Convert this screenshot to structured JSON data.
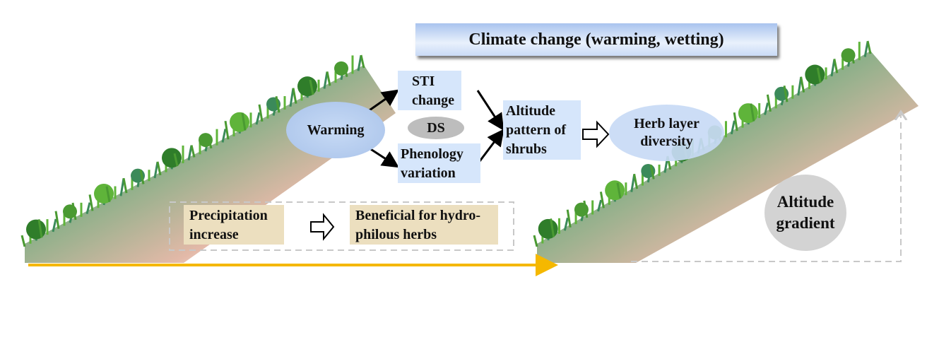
{
  "title": "Climate change (warming, wetting)",
  "nodes": {
    "warming": "Warming",
    "sti_line1": "STI",
    "sti_line2": "change",
    "ds": "DS",
    "phenology_line1": "Phenology",
    "phenology_line2": "variation",
    "altitude_pattern_line1": "Altitude",
    "altitude_pattern_line2": "pattern of",
    "altitude_pattern_line3": "shrubs",
    "herb_line1": "Herb layer",
    "herb_line2": "diversity",
    "precip_line1": "Precipitation",
    "precip_line2": "increase",
    "beneficial_line1": "Beneficial for hydro-",
    "beneficial_line2": "philous herbs",
    "gradient_line1": "Altitude",
    "gradient_line2": "gradient"
  },
  "colors": {
    "box": "#d6e6fb",
    "tan": "#ecdfbf",
    "arrow": "#f5b800",
    "ds": "#bdbdbd"
  }
}
